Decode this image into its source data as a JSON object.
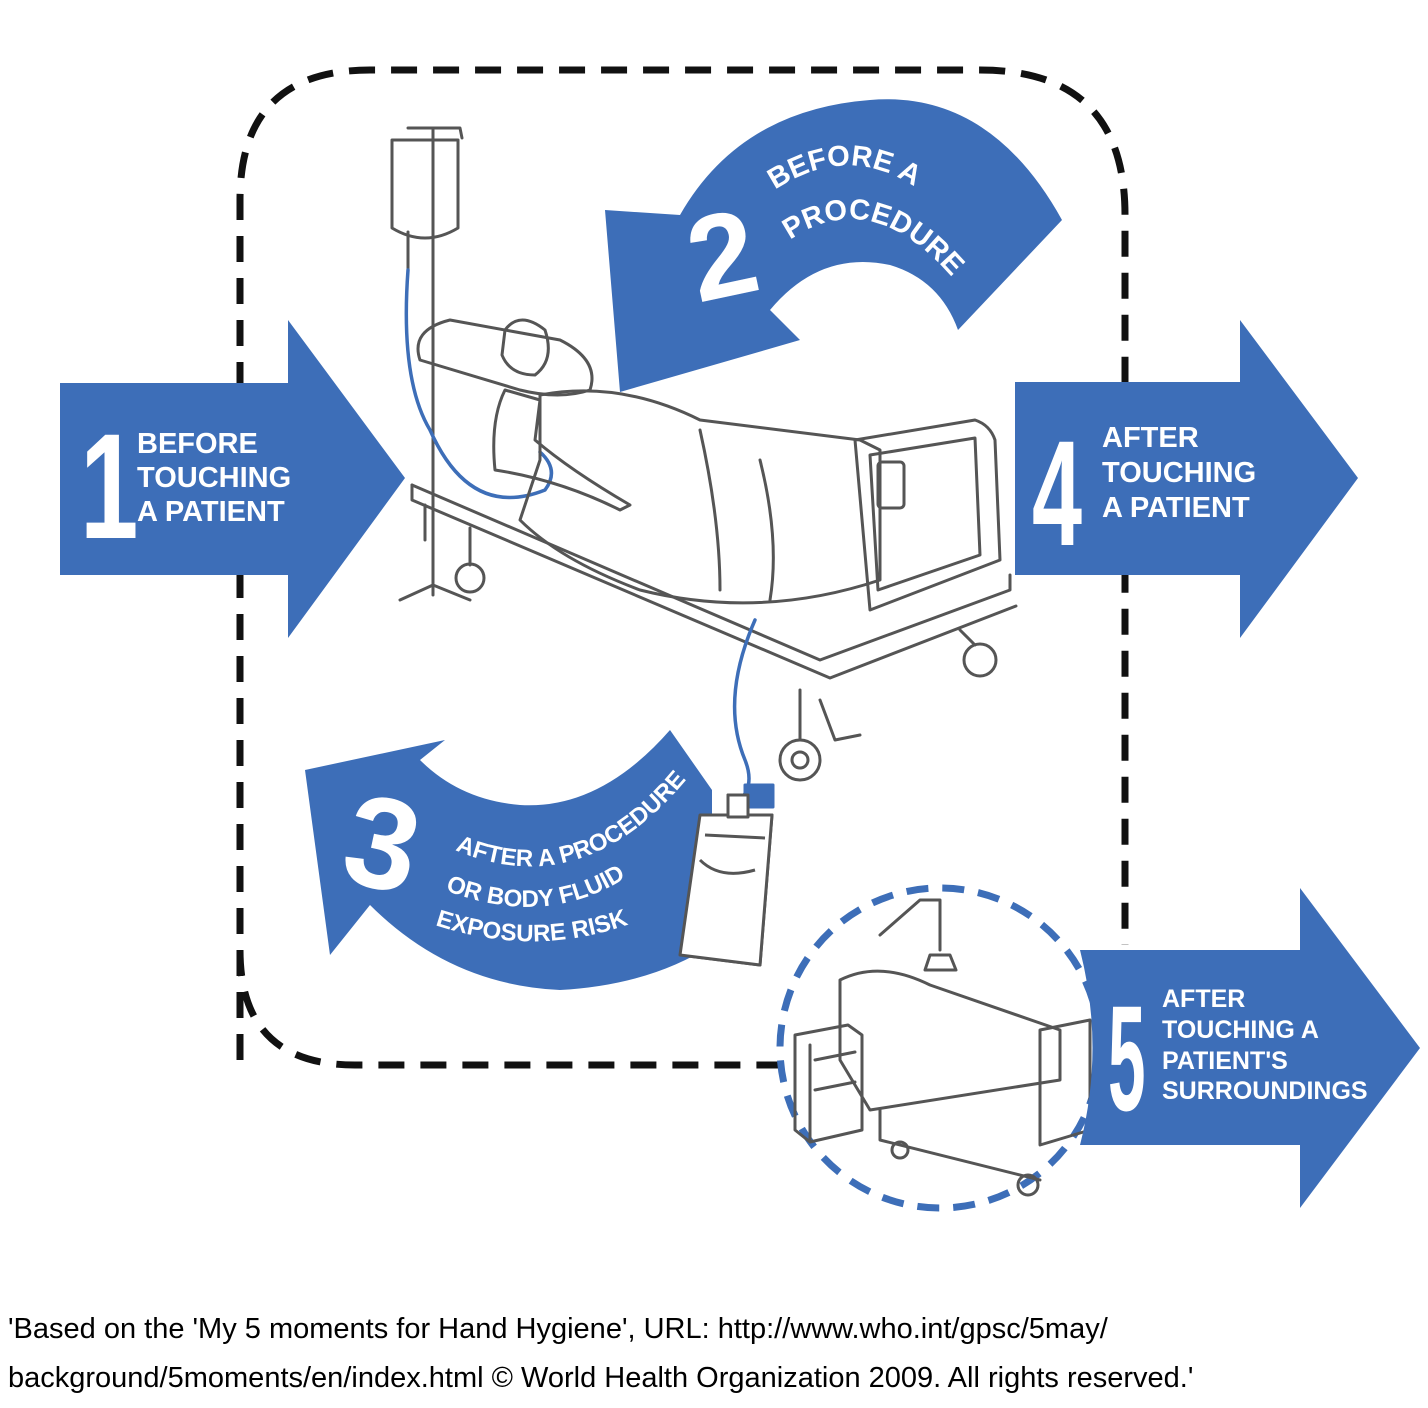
{
  "colors": {
    "arrow_blue": "#3d6eb8",
    "line_art": "#555555",
    "dashed_border": "#111111"
  },
  "moments": [
    {
      "number": "1",
      "lines": [
        "BEFORE",
        "TOUCHING",
        "A PATIENT"
      ]
    },
    {
      "number": "2",
      "lines": [
        "BEFORE A",
        "PROCEDURE"
      ]
    },
    {
      "number": "3",
      "lines": [
        "AFTER A PROCEDURE",
        "OR BODY FLUID",
        "EXPOSURE RISK"
      ]
    },
    {
      "number": "4",
      "lines": [
        "AFTER",
        "TOUCHING",
        "A PATIENT"
      ]
    },
    {
      "number": "5",
      "lines": [
        "AFTER",
        "TOUCHING A",
        "PATIENT'S",
        "SURROUNDINGS"
      ]
    }
  ],
  "caption": {
    "line1": "'Based on the 'My 5 moments for Hand Hygiene', URL: http://www.who.int/gpsc/5may/",
    "line2": "background/5moments/en/index.html © World Health Organization 2009. All rights reserved.'"
  }
}
